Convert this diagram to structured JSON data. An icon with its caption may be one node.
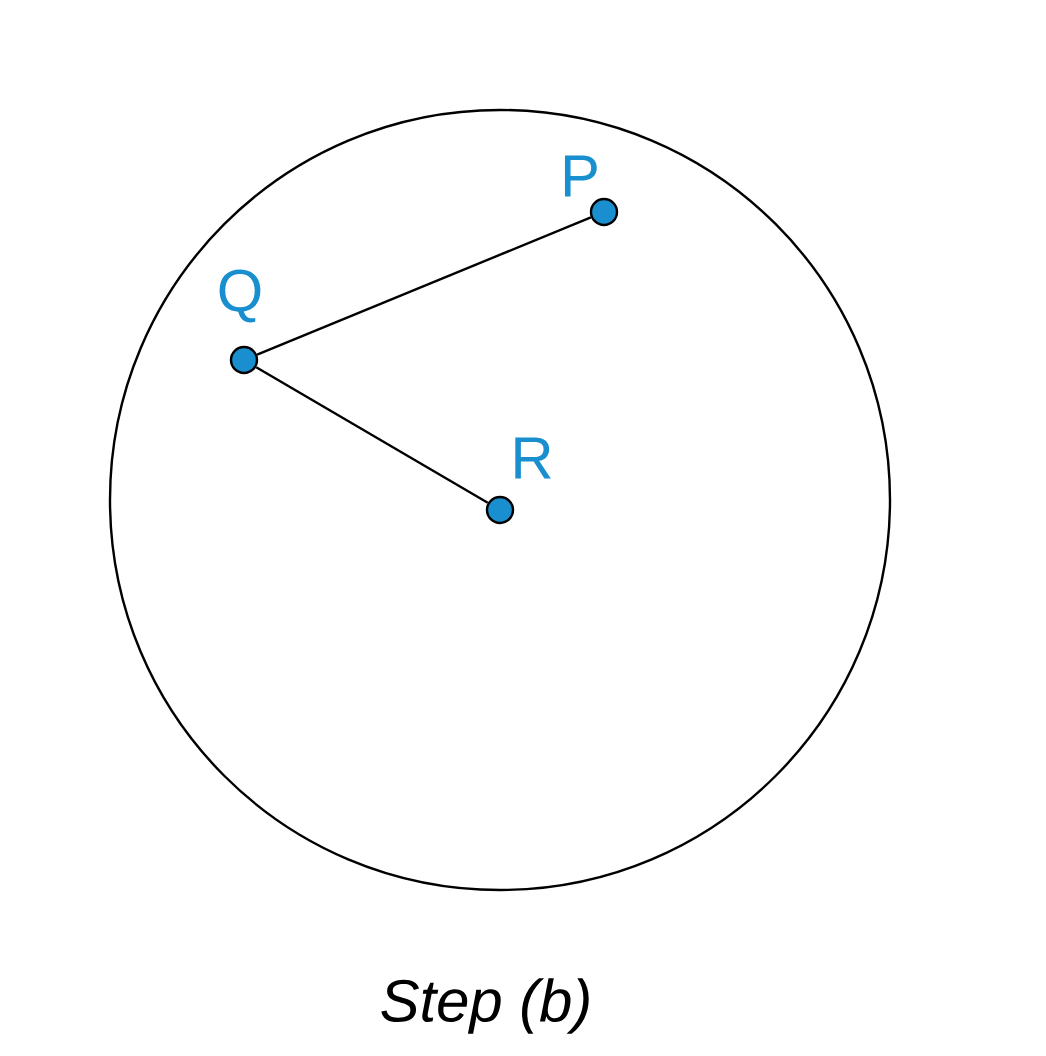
{
  "diagram": {
    "caption": "Step (b)",
    "nodes": [
      {
        "text": [],
        "shape": "circle"
      },
      {
        "text": [
          "P"
        ],
        "in": 0
      },
      {
        "text": [
          "Q"
        ],
        "in": 0
      },
      {
        "text": [
          "R"
        ],
        "in": 0
      }
    ],
    "edges": [
      {
        "from": 2,
        "to": 1,
        "arrow": "none"
      },
      {
        "from": 2,
        "to": 3,
        "arrow": "none"
      }
    ]
  }
}
